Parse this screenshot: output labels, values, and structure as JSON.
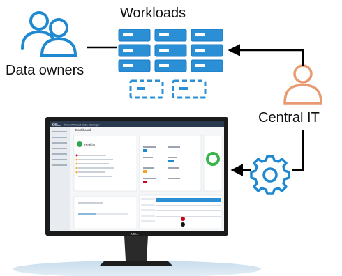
{
  "diagram": {
    "workloads_label": "Workloads",
    "data_owners_label": "Data owners",
    "central_it_label": "Central IT",
    "colors": {
      "blue": "#1e88d0",
      "light_blue": "#6fb5e8",
      "person_orange": "#e89a72",
      "arrow": "#000000"
    },
    "icons": [
      "users-icon",
      "server-rack-icon",
      "virtual-machine-icon",
      "person-icon",
      "gear-icon",
      "monitor-icon"
    ]
  },
  "monitor": {
    "brand": "DELL",
    "app_title": "PowerProtect Data Manager",
    "page_title": "Dashboard",
    "health_label": "Healthy",
    "stand_logo": "DELL"
  }
}
